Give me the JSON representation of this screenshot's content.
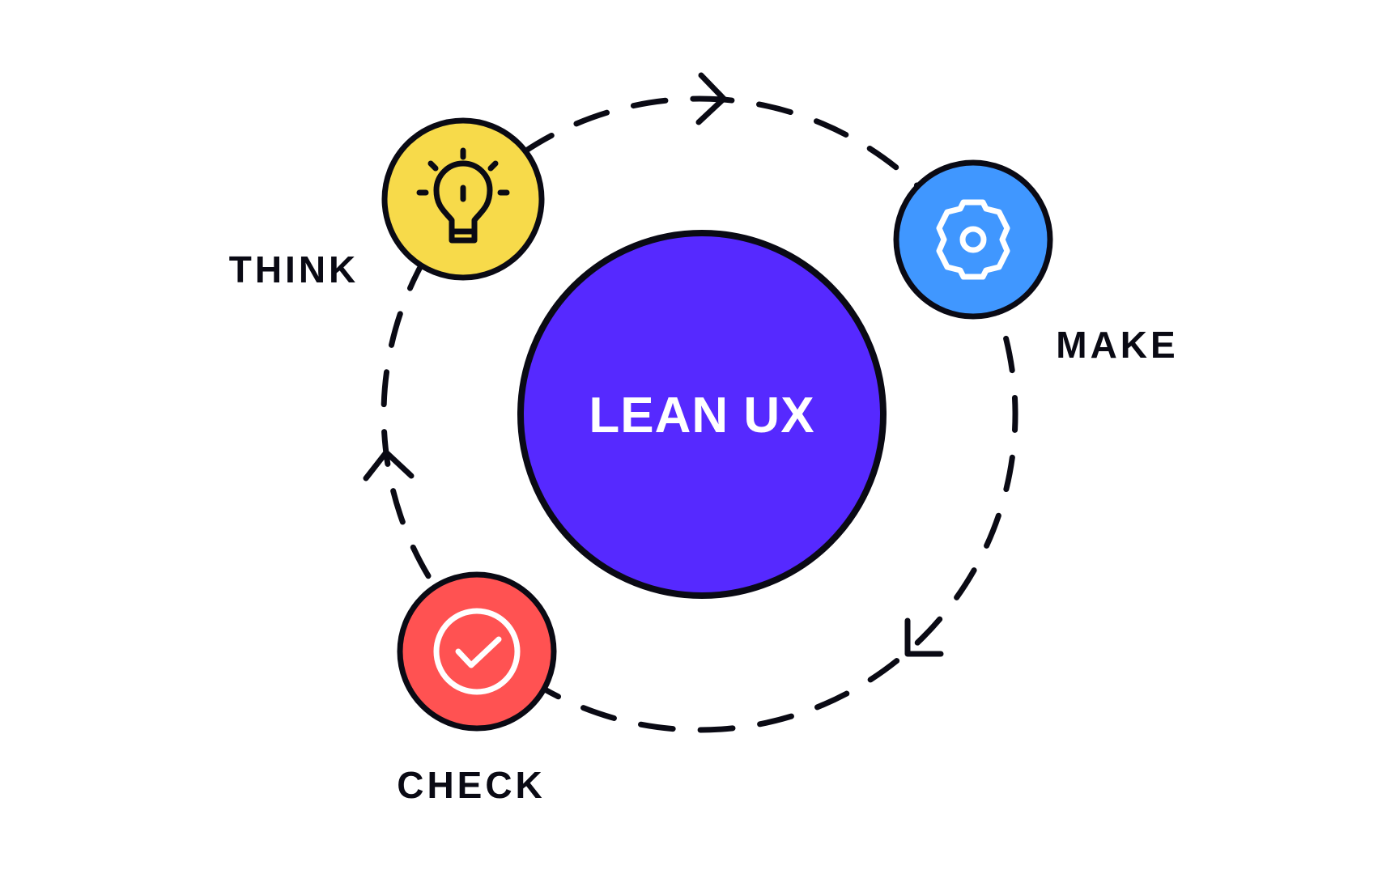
{
  "center": {
    "label": "LEAN UX",
    "color": "#5629FF"
  },
  "stages": [
    {
      "id": "think",
      "label": "THINK",
      "icon": "lightbulb-icon",
      "color": "#F7DA4A"
    },
    {
      "id": "make",
      "label": "MAKE",
      "icon": "gear-icon",
      "color": "#4097FF"
    },
    {
      "id": "check",
      "label": "CHECK",
      "icon": "check-circle-icon",
      "color": "#FF5252"
    }
  ],
  "stroke_color": "#0A0A14"
}
